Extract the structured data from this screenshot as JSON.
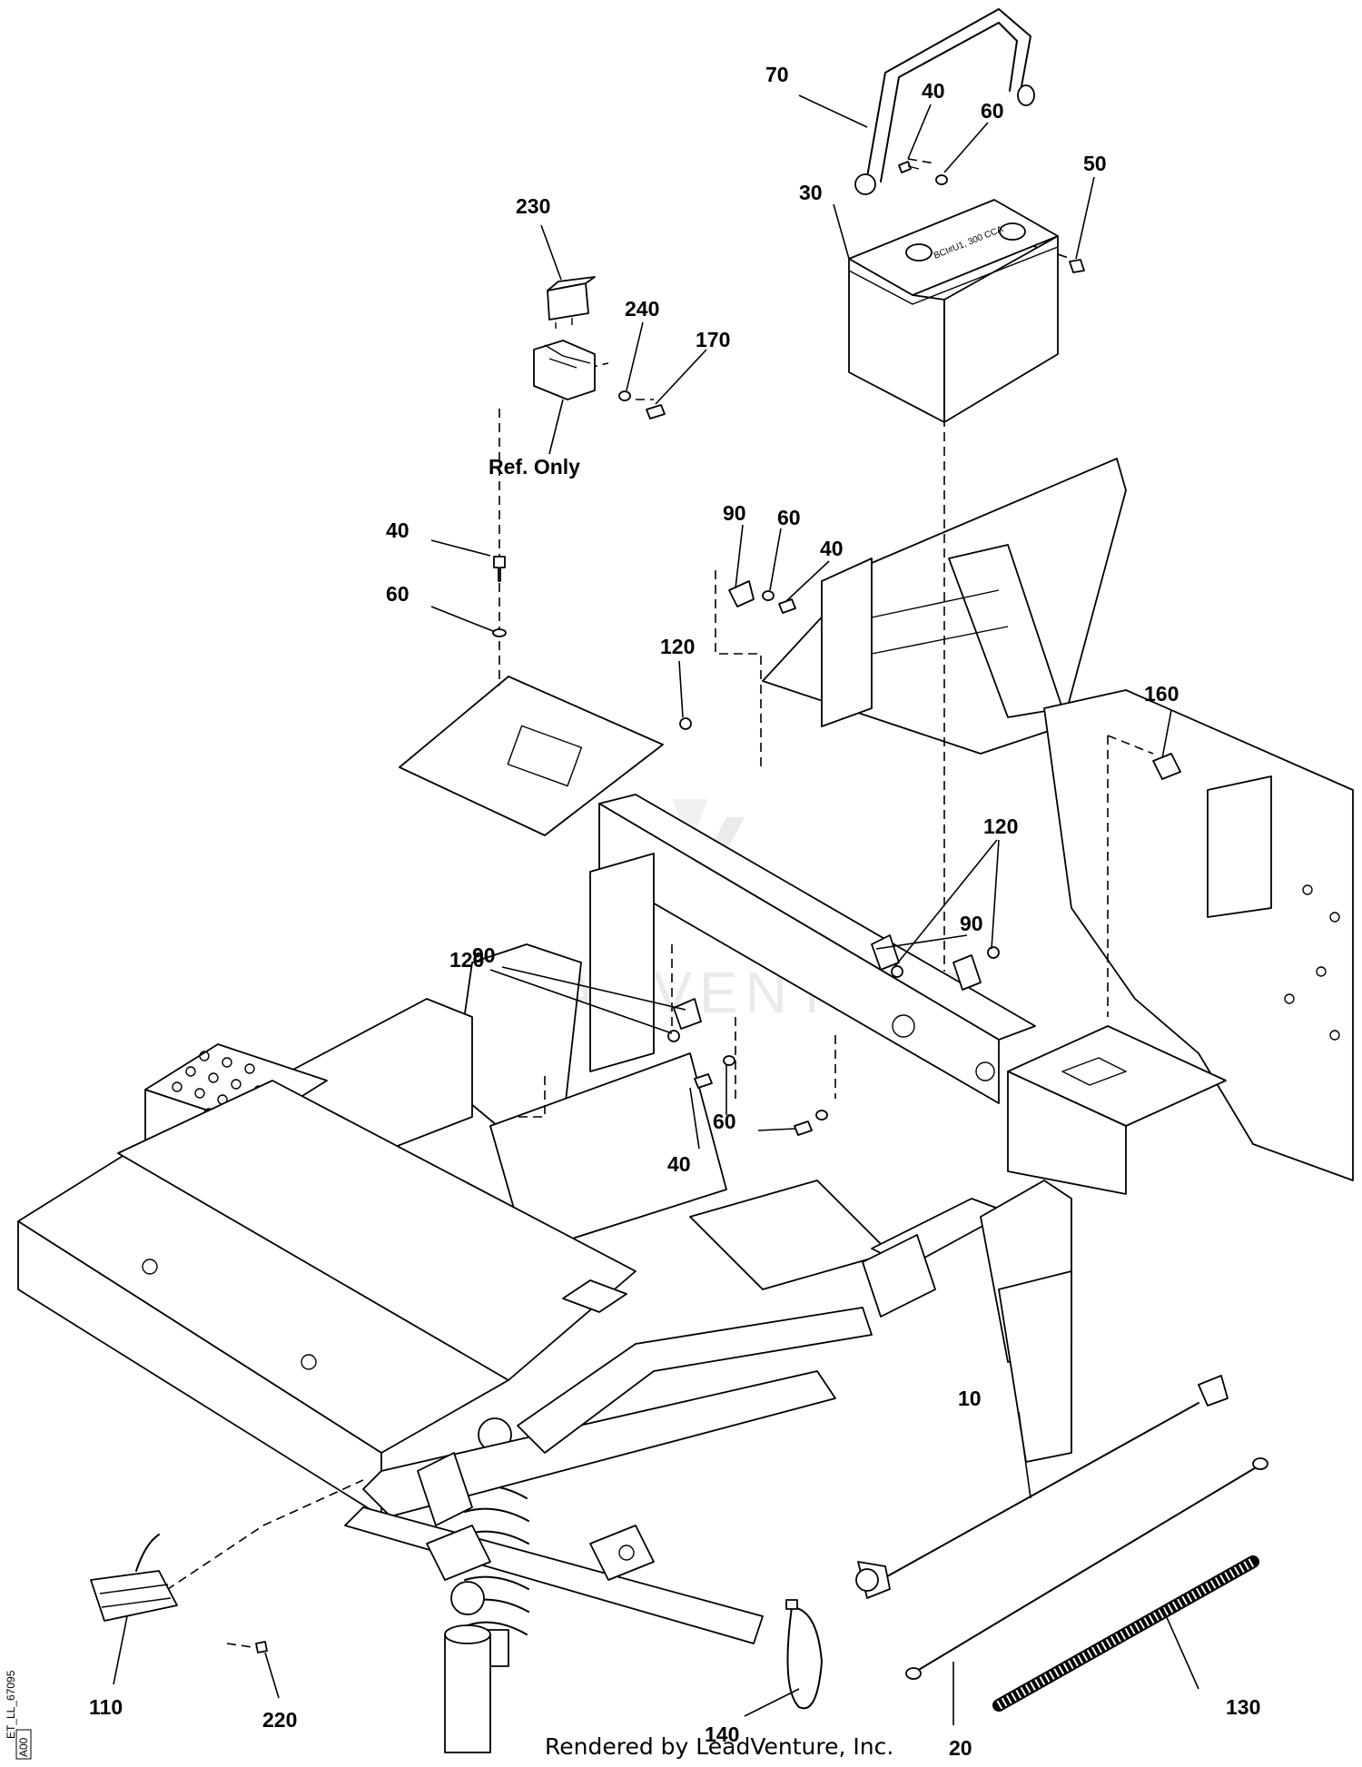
{
  "callouts": [
    {
      "id": "c70",
      "label": "70"
    },
    {
      "id": "c40a",
      "label": "40"
    },
    {
      "id": "c60a",
      "label": "60"
    },
    {
      "id": "c50",
      "label": "50"
    },
    {
      "id": "c30",
      "label": "30"
    },
    {
      "id": "c230",
      "label": "230"
    },
    {
      "id": "c240",
      "label": "240"
    },
    {
      "id": "c170",
      "label": "170"
    },
    {
      "id": "c40b",
      "label": "40"
    },
    {
      "id": "c60b",
      "label": "60"
    },
    {
      "id": "c90a",
      "label": "90"
    },
    {
      "id": "c60c",
      "label": "60"
    },
    {
      "id": "c40c",
      "label": "40"
    },
    {
      "id": "c120a",
      "label": "120"
    },
    {
      "id": "c160",
      "label": "160"
    },
    {
      "id": "c120b",
      "label": "120"
    },
    {
      "id": "c90b",
      "label": "90"
    },
    {
      "id": "c90c",
      "label": "90"
    },
    {
      "id": "c120c",
      "label": "120"
    },
    {
      "id": "c60d",
      "label": "60"
    },
    {
      "id": "c40d",
      "label": "40"
    },
    {
      "id": "c10",
      "label": "10"
    },
    {
      "id": "c110",
      "label": "110"
    },
    {
      "id": "c220",
      "label": "220"
    },
    {
      "id": "c140",
      "label": "140"
    },
    {
      "id": "c20",
      "label": "20"
    },
    {
      "id": "c130",
      "label": "130"
    }
  ],
  "ref_only_label": "Ref. Only",
  "battery_label": "BCI#U1, 300 CCA",
  "watermark": "LEADVENTURE",
  "footer_text": "Rendered by LeadVenture, Inc.",
  "doc_id": "ET_LL_67095",
  "doc_rev": "A00"
}
